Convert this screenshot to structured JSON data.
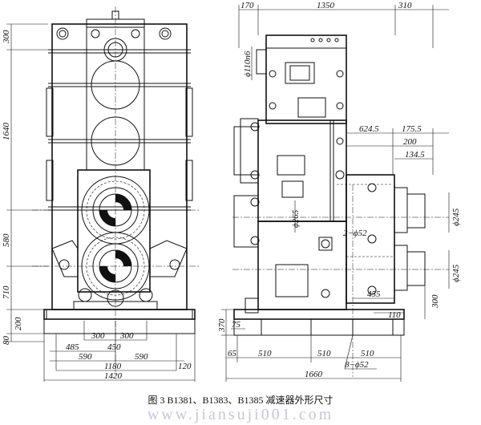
{
  "caption": "图 3  B1381、B1383、B1385 减速器外形尺寸",
  "watermark": "www.jiansuji001.com",
  "front_view": {
    "heights": [
      "300",
      "1640",
      "580",
      "710",
      "200",
      "80"
    ],
    "widths": [
      "300",
      "300",
      "485",
      "450",
      "590",
      "590",
      "1180",
      "120",
      "1420"
    ]
  },
  "side_view": {
    "top": [
      "170",
      "1350",
      "310"
    ],
    "shaft": "ϕ110n6",
    "offsets": [
      "624.5",
      "175.5",
      "200",
      "134.5"
    ],
    "diameters": [
      "ϕ265",
      "ϕ245",
      "ϕ245",
      "2−ϕ52"
    ],
    "right": [
      "455",
      "300",
      "110"
    ],
    "left": [
      "370",
      "75"
    ],
    "bottom": [
      "65",
      "510",
      "510",
      "510",
      "1660",
      "8−ϕ52"
    ]
  },
  "colors": {
    "line": "#111111",
    "watermark": "#c9c4dc",
    "background": "#ffffff"
  }
}
